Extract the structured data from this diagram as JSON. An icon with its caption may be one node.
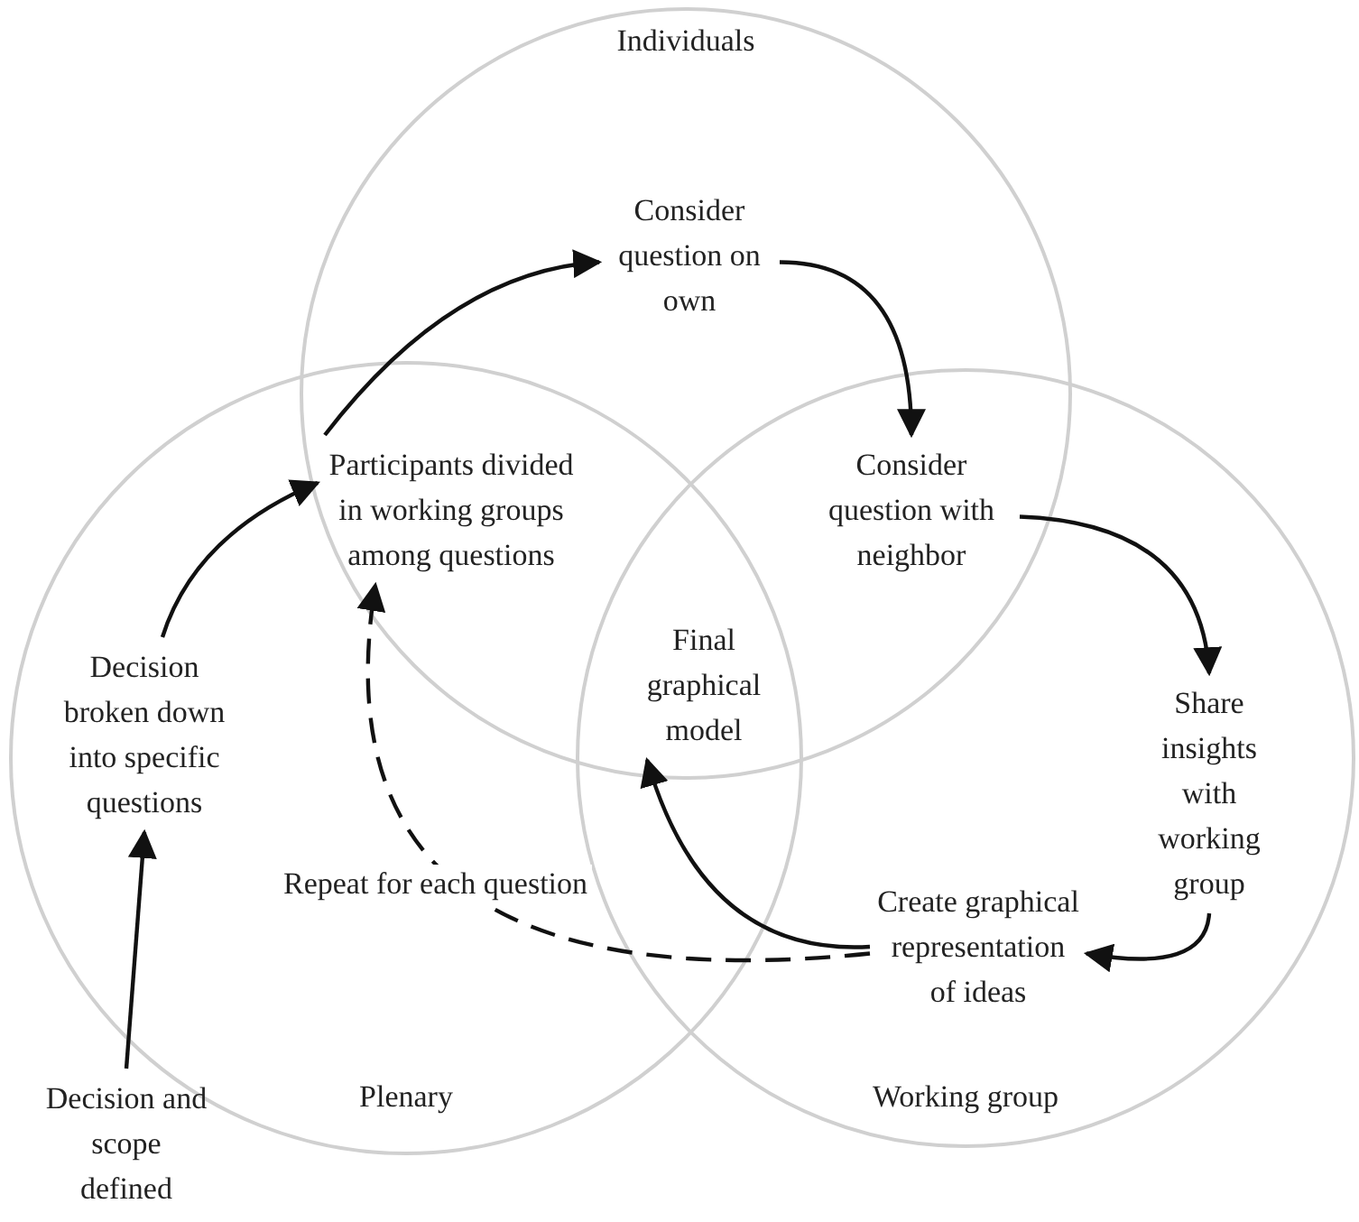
{
  "diagram": {
    "nodes": [
      {
        "text": [
          "Individuals"
        ]
      },
      {
        "text": [
          "Plenary"
        ]
      },
      {
        "text": [
          "Working group"
        ]
      },
      {
        "text": [
          "Consider question on own"
        ],
        "in": 0
      },
      {
        "text": [
          "Consider question with neighbor"
        ]
      },
      {
        "text": [
          "Share insights with working group"
        ],
        "in": 2
      },
      {
        "text": [
          "Create graphical representation of ideas"
        ],
        "in": 2
      },
      {
        "text": [
          "Final graphical model"
        ]
      },
      {
        "text": [
          "Participants divided in working groups among questions"
        ]
      },
      {
        "text": [
          "Decision broken down into specific questions"
        ],
        "in": 1
      },
      {
        "text": [
          "Decision and scope defined"
        ]
      }
    ],
    "edges": [
      {
        "from": 10,
        "to": 9,
        "arrow": "to"
      },
      {
        "from": 9,
        "to": 8,
        "arrow": "to"
      },
      {
        "from": 8,
        "to": 3,
        "arrow": "to"
      },
      {
        "from": 3,
        "to": 4,
        "arrow": "to"
      },
      {
        "from": 4,
        "to": 5,
        "arrow": "to"
      },
      {
        "from": 5,
        "to": 6,
        "arrow": "to"
      },
      {
        "from": 6,
        "to": 7,
        "arrow": "to"
      },
      {
        "from": 6,
        "to": 8,
        "arrow": "to",
        "style": "dashed",
        "label": "Repeat for each question"
      }
    ]
  }
}
